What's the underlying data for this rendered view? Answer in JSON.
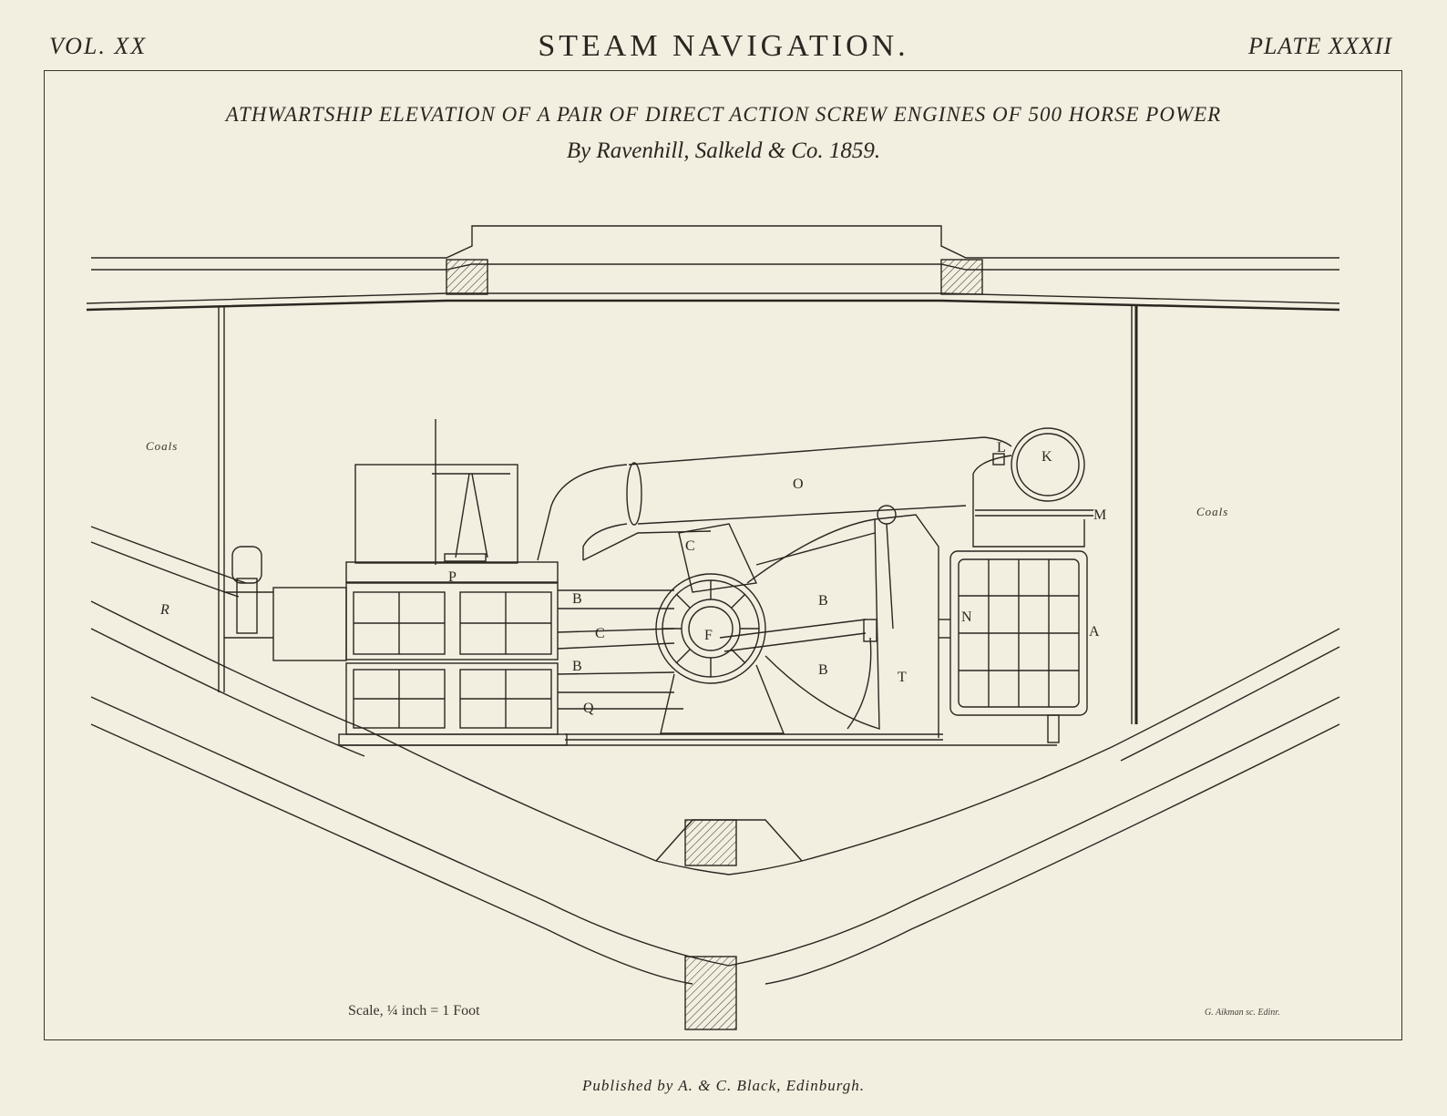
{
  "header": {
    "vol": "VOL. XX",
    "title": "STEAM NAVIGATION.",
    "plate": "PLATE XXXII"
  },
  "plate_title": "ATHWARTSHIP ELEVATION OF A PAIR OF DIRECT ACTION SCREW ENGINES OF 500 HORSE POWER",
  "maker": "By Ravenhill, Salkeld & Co. 1859.",
  "scale_text": "Scale, ¼ inch = 1 Foot",
  "engraver": "G. Aikman sc. Edinr.",
  "publisher": "Published by A. & C. Black, Edinburgh.",
  "annotations": {
    "coals_left": "Coals",
    "coals_right": "Coals",
    "labels": {
      "A": "A",
      "B1": "B",
      "B2": "B",
      "B3": "B",
      "B4": "B",
      "C1": "C",
      "C2": "C",
      "F": "F",
      "K": "K",
      "L": "L",
      "M": "M",
      "N": "N",
      "O": "O",
      "P": "P",
      "Q": "Q",
      "R": "R",
      "T": "T"
    }
  },
  "colors": {
    "paper": "#f2eee0",
    "ink": "#2b2620"
  }
}
